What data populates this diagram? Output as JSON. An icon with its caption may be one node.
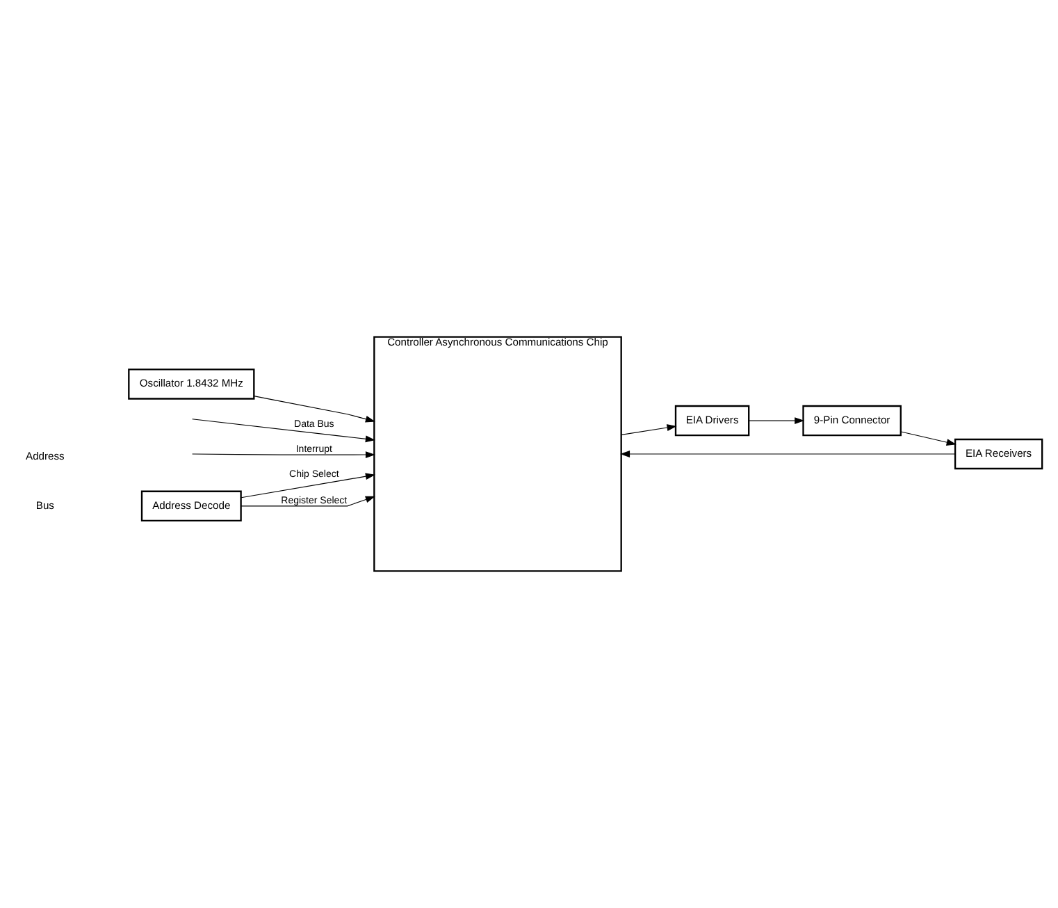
{
  "diagram": {
    "nodes": [
      {
        "text": [
          "Address Decode"
        ]
      },
      {
        "text": [
          "Controller Asynchronous Communications Chip"
        ]
      },
      {
        "text": [
          "Oscillator 1.8432 MHz"
        ]
      },
      {
        "text": [
          "EIA Receivers"
        ]
      },
      {
        "text": [
          "9-Pin Connector"
        ]
      },
      {
        "text": [
          "EIA Drivers"
        ]
      }
    ],
    "edges": [
      {
        "from": 0,
        "to": 1,
        "arrow": "to",
        "label": "Chip Select"
      },
      {
        "from": 0,
        "to": 1,
        "arrow": "to",
        "label": "Register Select"
      },
      {
        "from": null,
        "to": 1,
        "arrow": "to",
        "label": "Data Bus"
      },
      {
        "from": null,
        "to": 1,
        "arrow": "to",
        "label": "Interrupt"
      },
      {
        "from": 2,
        "to": 1,
        "arrow": "to"
      },
      {
        "from": 3,
        "to": 1,
        "arrow": "to"
      },
      {
        "from": 1,
        "to": 5,
        "arrow": "to"
      },
      {
        "from": 5,
        "to": 4,
        "arrow": "to"
      },
      {
        "from": 4,
        "to": 3,
        "arrow": "to"
      }
    ],
    "labels": [
      "Address",
      "Bus"
    ]
  }
}
